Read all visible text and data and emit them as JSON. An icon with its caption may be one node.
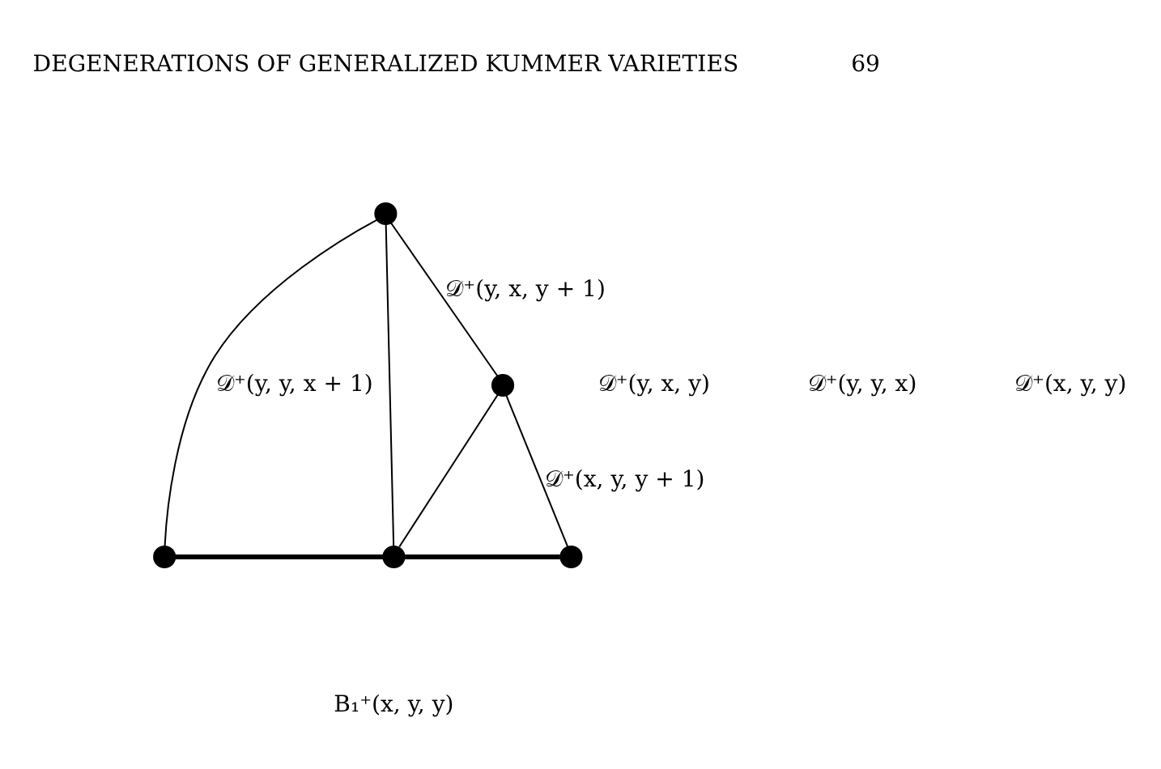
{
  "diagram": {
    "nodes": [
      {
        "text": [],
        "shape": "circle"
      },
      {
        "text": [],
        "shape": "circle"
      },
      {
        "text": [],
        "shape": "circle"
      },
      {
        "text": [],
        "shape": "circle"
      },
      {
        "text": [],
        "shape": "circle"
      }
    ],
    "edges": [
      {
        "from": 0,
        "to": 2,
        "arrow": "none",
        "label": "𝒟⁺(y, y, x + 1)"
      },
      {
        "from": 0,
        "to": 3,
        "arrow": "none"
      },
      {
        "from": 0,
        "to": 1,
        "arrow": "none",
        "label": "𝒟⁺(y, x, y + 1)"
      },
      {
        "from": 1,
        "to": 3,
        "arrow": "none"
      },
      {
        "from": 1,
        "to": 4,
        "arrow": "none",
        "label": "𝒟⁺(x, y, y + 1)"
      },
      {
        "from": 2,
        "to": 3,
        "arrow": "none",
        "style": "thick"
      },
      {
        "from": 3,
        "to": 4,
        "arrow": "none",
        "style": "thick"
      }
    ],
    "labels": [
      "DEGENERATIONS OF GENERALIZED KUMMER VARIETIES",
      "69",
      "𝒟⁺(y, x, y)",
      "𝒟⁺(y, y, x)",
      "𝒟⁺(x, y, y)",
      "B₁⁺(x, y, y)"
    ]
  }
}
